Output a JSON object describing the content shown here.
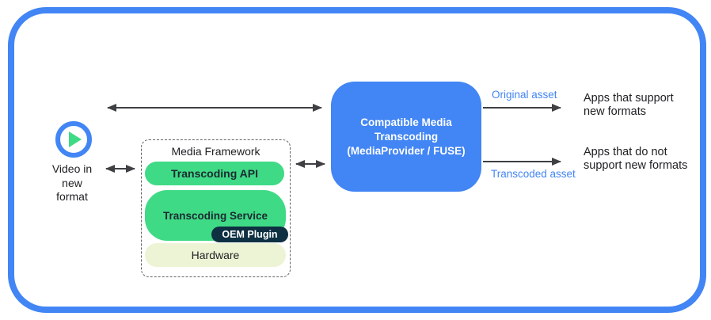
{
  "source": {
    "icon": "play-icon",
    "label_lines": [
      "Video in",
      "new",
      "format"
    ]
  },
  "framework": {
    "title": "Media Framework",
    "layers": [
      {
        "label": "Transcoding API"
      },
      {
        "label": "Transcoding Service",
        "plugin": "OEM Plugin"
      },
      {
        "label": "Hardware"
      }
    ]
  },
  "transcoder": {
    "lines": [
      "Compatible Media",
      "Transcoding",
      "(MediaProvider / FUSE)"
    ]
  },
  "outputs": [
    {
      "arrow_label": "Original asset",
      "target_lines": [
        "Apps that support",
        "new formats"
      ]
    },
    {
      "arrow_label": "Transcoded asset",
      "target_lines": [
        "Apps that do not",
        "support new formats"
      ]
    }
  ],
  "colors": {
    "accent_blue": "#4285F4",
    "green": "#3FDA85",
    "dark_navy": "#0E3042",
    "cream": "#EDF4D5",
    "arrow": "#3E4043",
    "text": "#202124"
  }
}
